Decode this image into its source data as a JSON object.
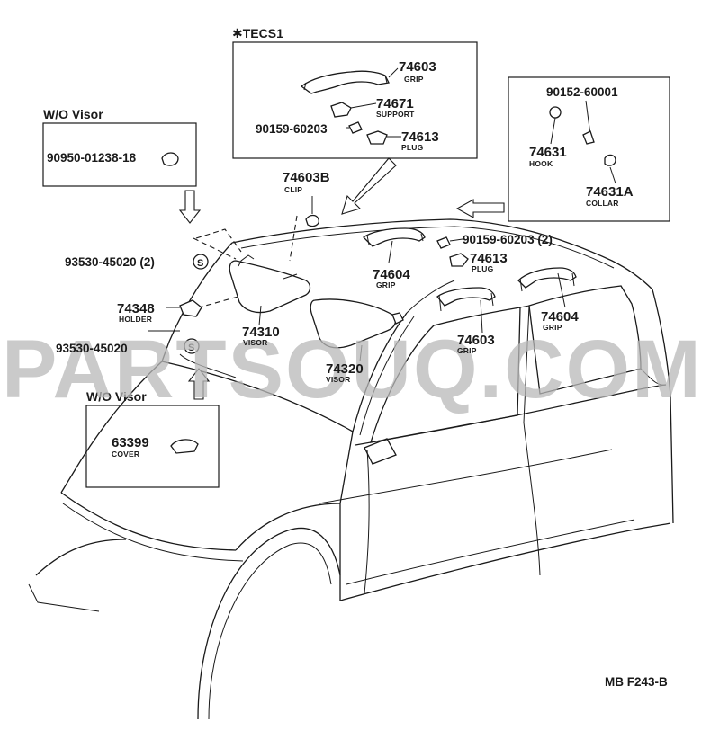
{
  "boxes": {
    "tecs": {
      "header": "✱TECS1"
    },
    "wo_visor_top": {
      "header": "W/O Visor"
    },
    "wo_visor_bottom": {
      "header": "W/O Visor"
    }
  },
  "callouts": {
    "p74603_top": {
      "number": "74603",
      "name": "GRIP"
    },
    "p74671": {
      "number": "74671",
      "name": "SUPPORT"
    },
    "p90159_box": {
      "number": "90159-60203"
    },
    "p74613_box": {
      "number": "74613",
      "name": "PLUG"
    },
    "p90152": {
      "number": "90152-60001"
    },
    "p74631": {
      "number": "74631",
      "name": "HOOK"
    },
    "p74631A": {
      "number": "74631A",
      "name": "COLLAR"
    },
    "p90950": {
      "number": "90950-01238-18"
    },
    "p74603B": {
      "number": "74603B",
      "name": "CLIP"
    },
    "p93530_top": {
      "number": "93530-45020 (2)"
    },
    "p90159_main": {
      "number": "90159-60203 (2)"
    },
    "p74613_main": {
      "number": "74613",
      "name": "PLUG"
    },
    "p74604_left": {
      "number": "74604",
      "name": "GRIP"
    },
    "p74604_right": {
      "number": "74604",
      "name": "GRIP"
    },
    "p74348": {
      "number": "74348",
      "name": "HOLDER"
    },
    "p74310": {
      "number": "74310",
      "name": "VISOR"
    },
    "p74603_main": {
      "number": "74603",
      "name": "GRIP"
    },
    "p93530_bottom": {
      "number": "93530-45020"
    },
    "p74320": {
      "number": "74320",
      "name": "VISOR"
    },
    "p63399": {
      "number": "63399",
      "name": "COVER"
    }
  },
  "symbols": {
    "s_mark": "S"
  },
  "watermark": "PARTSOUQ.COM",
  "figure_code": "MB F243-B"
}
